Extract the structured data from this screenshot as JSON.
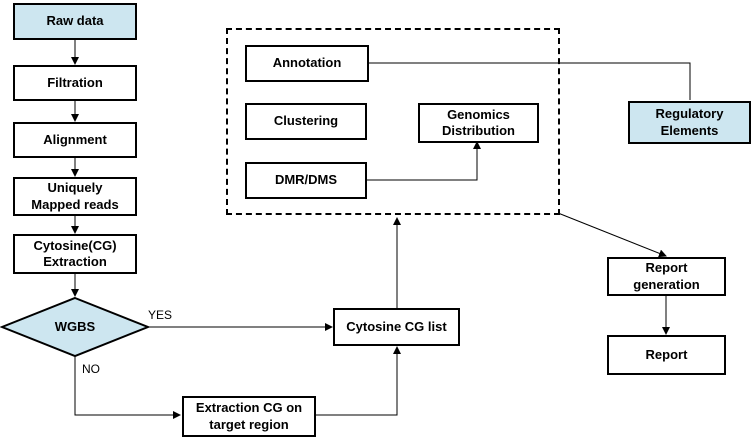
{
  "nodes": {
    "raw_data": "Raw data",
    "filtration": "Filtration",
    "alignment": "Alignment",
    "uniquely_mapped": "Uniquely\nMapped reads",
    "cytosine_extraction": "Cytosine(CG)\nExtraction",
    "wgbs": "WGBS",
    "extraction_target": "Extraction CG on\ntarget region",
    "cytosine_list": "Cytosine CG list",
    "annotation": "Annotation",
    "clustering": "Clustering",
    "dmr_dms": "DMR/DMS",
    "genomics_distribution": "Genomics\nDistribution",
    "regulatory_elements": "Regulatory\nElements",
    "report_generation": "Report\ngeneration",
    "report": "Report"
  },
  "edge_labels": {
    "yes": "YES",
    "no": "NO"
  },
  "colors": {
    "highlight_fill": "#cde6f0",
    "stroke": "#000000"
  }
}
